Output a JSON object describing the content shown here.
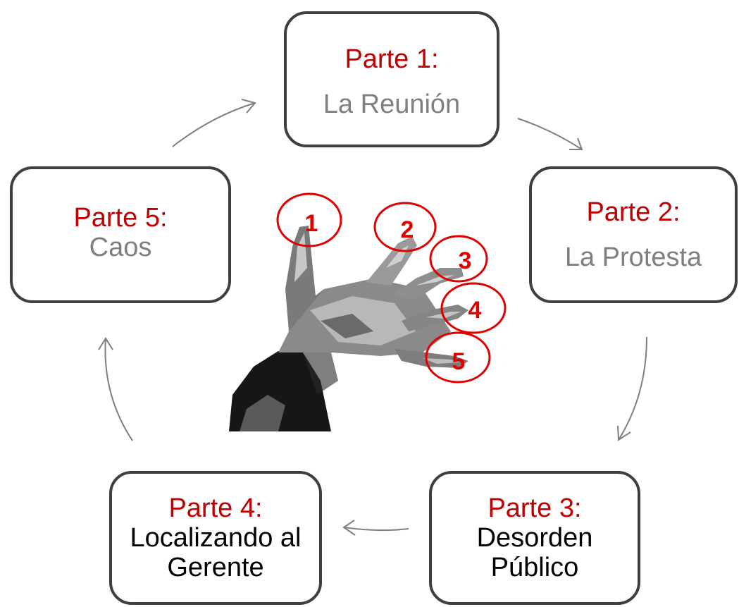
{
  "colors": {
    "title_red": "#c00000",
    "subtitle_gray": "#7f7f7f",
    "subtitle_black": "#000000",
    "box_border": "#3f3f3f",
    "arrow": "#7f7f7f",
    "circle_red": "#e00000"
  },
  "nodes": [
    {
      "title": "Parte 1:",
      "subtitle": "La Reunión",
      "subtitle_color": "#7f7f7f"
    },
    {
      "title": "Parte 2:",
      "subtitle": "La Protesta",
      "subtitle_color": "#7f7f7f"
    },
    {
      "title": "Parte 3:",
      "subtitle": "Desorden Público",
      "subtitle_color": "#000000"
    },
    {
      "title": "Parte 4:",
      "subtitle": "Localizando al Gerente",
      "subtitle_color": "#000000"
    },
    {
      "title": "Parte 5:",
      "subtitle": "Caos",
      "subtitle_color": "#7f7f7f"
    }
  ],
  "hand_image": {
    "icon": "hand-with-numbered-fingers-icon",
    "finger_numbers": [
      "1",
      "2",
      "3",
      "4",
      "5"
    ]
  }
}
